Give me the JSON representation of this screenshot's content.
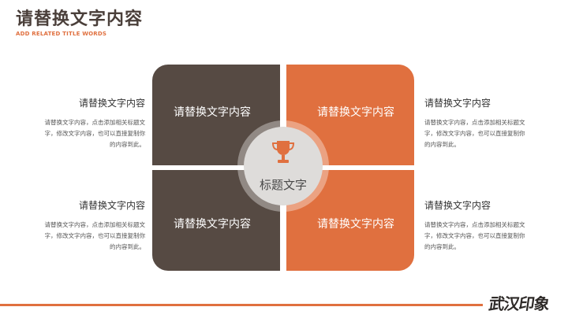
{
  "header": {
    "title": "请替换文字内容",
    "subtitle": "ADD RELATED TITLE WORDS"
  },
  "quadrants": [
    {
      "text": "请替换文字内容"
    },
    {
      "text": "请替换文字内容"
    },
    {
      "text": "请替换文字内容"
    },
    {
      "text": "请替换文字内容"
    }
  ],
  "center": {
    "label": "标题文字",
    "icon": "trophy-icon"
  },
  "sides": [
    {
      "title": "请替换文字内容",
      "desc": "请替换文字内容，点击添加相关标题文字，修改文字内容，也可以直接复制你的内容到此。"
    },
    {
      "title": "请替换文字内容",
      "desc": "请替换文字内容，点击添加相关标题文字，修改文字内容，也可以直接复制你的内容到此。"
    },
    {
      "title": "请替换文字内容",
      "desc": "请替换文字内容，点击添加相关标题文字，修改文字内容，也可以直接复制你的内容到此。"
    },
    {
      "title": "请替换文字内容",
      "desc": "请替换文字内容，点击添加相关标题文字，修改文字内容，也可以直接复制你的内容到此。"
    }
  ],
  "footer": {
    "logo_text": "武汉印象"
  },
  "colors": {
    "accent": "#e0703f",
    "dark": "#564a43",
    "center_circle": "#dedcda"
  }
}
